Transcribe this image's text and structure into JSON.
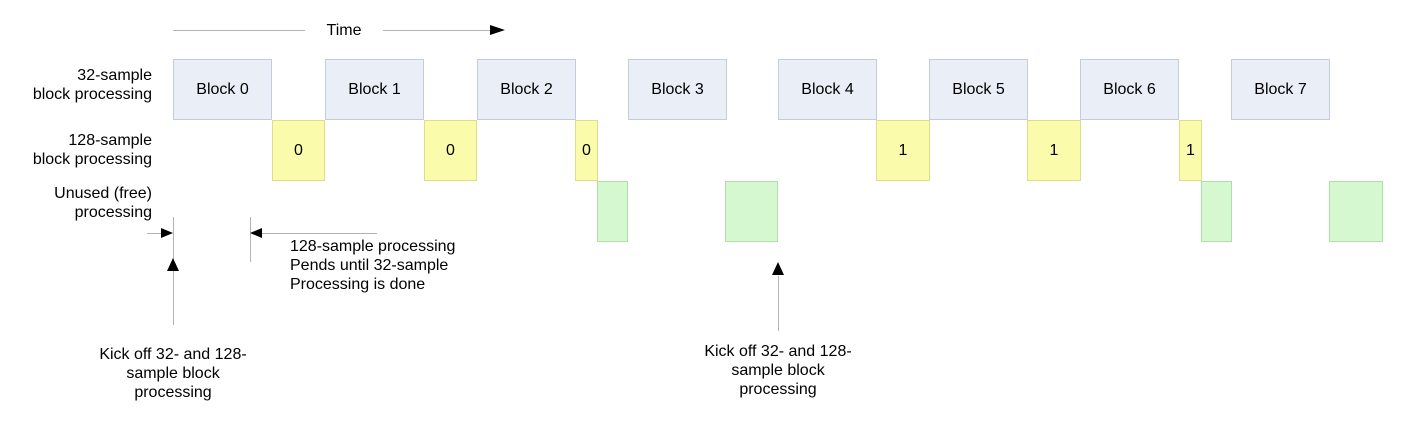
{
  "diagram": {
    "time_axis": {
      "label": "Time"
    },
    "row_labels": [
      {
        "line1": "32-sample",
        "line2": "block processing"
      },
      {
        "line1": "128-sample",
        "line2": "block processing"
      },
      {
        "line1": "Unused (free)",
        "line2": "processing"
      }
    ],
    "blocks_32_sample": [
      {
        "label": "Block 0"
      },
      {
        "label": "Block 1"
      },
      {
        "label": "Block 2"
      },
      {
        "label": "Block 3"
      },
      {
        "label": "Block 4"
      },
      {
        "label": "Block 5"
      },
      {
        "label": "Block 6"
      },
      {
        "label": "Block 7"
      }
    ],
    "blocks_128_sample": [
      {
        "label": "0"
      },
      {
        "label": "0"
      },
      {
        "label": "0"
      },
      {
        "label": "1"
      },
      {
        "label": "1"
      },
      {
        "label": "1"
      }
    ],
    "free_blocks_count": 4,
    "annotations": {
      "pend_note": {
        "line1": "128-sample processing",
        "line2": "Pends until 32-sample",
        "line3": "Processing is done"
      },
      "kickoff_note_1": {
        "line1": "Kick off 32- and 128-",
        "line2": "sample block",
        "line3": "processing"
      },
      "kickoff_note_2": {
        "line1": "Kick off 32- and 128-",
        "line2": "sample block",
        "line3": "processing"
      }
    },
    "colors": {
      "block_32_fill": "#e9eef7",
      "block_32_border": "#c4ccde",
      "block_128_fill": "#fbfbac",
      "block_128_border": "#dddd8c",
      "free_fill": "#d5f8d1",
      "free_border": "#aedfa9",
      "axis_line": "#b3b3b3",
      "text": "#000000"
    }
  }
}
